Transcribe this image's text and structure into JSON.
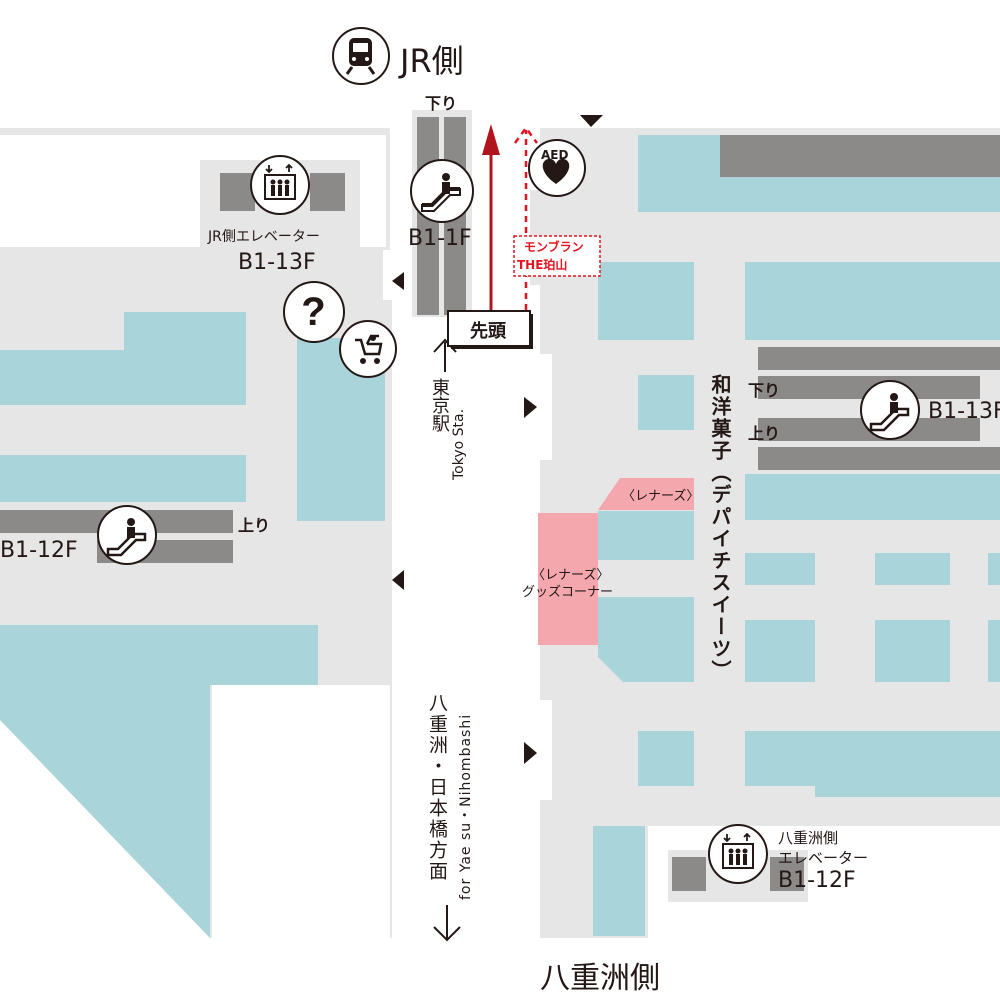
{
  "directions": {
    "jr_side": "JR側",
    "yaesu_side": "八重洲側",
    "tokyo_station_jp": "東京駅",
    "tokyo_station_en": "Tokyo Sta.",
    "yaesu_nihombashi_jp": "八重洲・日本橋方面",
    "yaesu_nihombashi_en": "for Yae su・Nihombashi"
  },
  "escalators": {
    "center_floor": "B1-1F",
    "center_down": "下り",
    "left_floor": "B1-12F",
    "left_up": "上り",
    "right_floor": "B1-13F",
    "right_down": "下り",
    "right_up": "上り"
  },
  "elevators": {
    "jr_name": "JR側エレベーター",
    "jr_floor": "B1-13F",
    "yaesu_name_line1": "八重洲側",
    "yaesu_name_line2": "エレベーター",
    "yaesu_floor": "B1-12F"
  },
  "aed_label": "AED",
  "start_label": "先頭",
  "shop_label_line1": "モンブラン",
  "shop_label_line2": "THE珀山",
  "section_label": "和洋菓子（デパイチスイーツ）",
  "lenaz_label": "〈レナーズ〉",
  "lenaz_goods_line1": "〈レナーズ〉",
  "lenaz_goods_line2": "グッズコーナー",
  "icons": [
    "train-icon",
    "escalator-icon",
    "elevator-icon",
    "information-icon",
    "stroller-icon",
    "aed-heart-icon",
    "arrow-up-icon",
    "arrow-down-icon"
  ],
  "colors": {
    "floor": "#e6e6e6",
    "shop": "#a9d4d9",
    "escalator": "#8c8989",
    "highlight": "#f4a7ad",
    "route": "#b1141c",
    "ink": "#231815"
  }
}
